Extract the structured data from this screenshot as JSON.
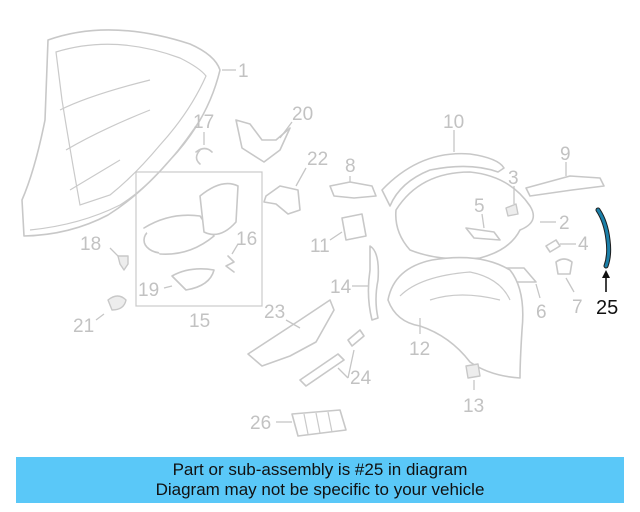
{
  "diagram": {
    "callouts": {
      "c1": "1",
      "c2": "2",
      "c3": "3",
      "c4": "4",
      "c5": "5",
      "c6": "6",
      "c7": "7",
      "c8": "8",
      "c9": "9",
      "c10": "10",
      "c11": "11",
      "c12": "12",
      "c13": "13",
      "c14": "14",
      "c15": "15",
      "c16": "16",
      "c17": "17",
      "c18": "18",
      "c19": "19",
      "c20": "20",
      "c21": "21",
      "c22": "22",
      "c23": "23",
      "c24": "24",
      "c25": "25",
      "c26": "26"
    },
    "highlighted_part": "25"
  },
  "banner": {
    "line1": "Part or sub-assembly is #25 in diagram",
    "line2": "Diagram may not be specific to your vehicle"
  },
  "colors": {
    "banner_bg": "#5ac8f8",
    "highlight": "#1b7fa8",
    "part_lines": "#c8c8c8"
  }
}
